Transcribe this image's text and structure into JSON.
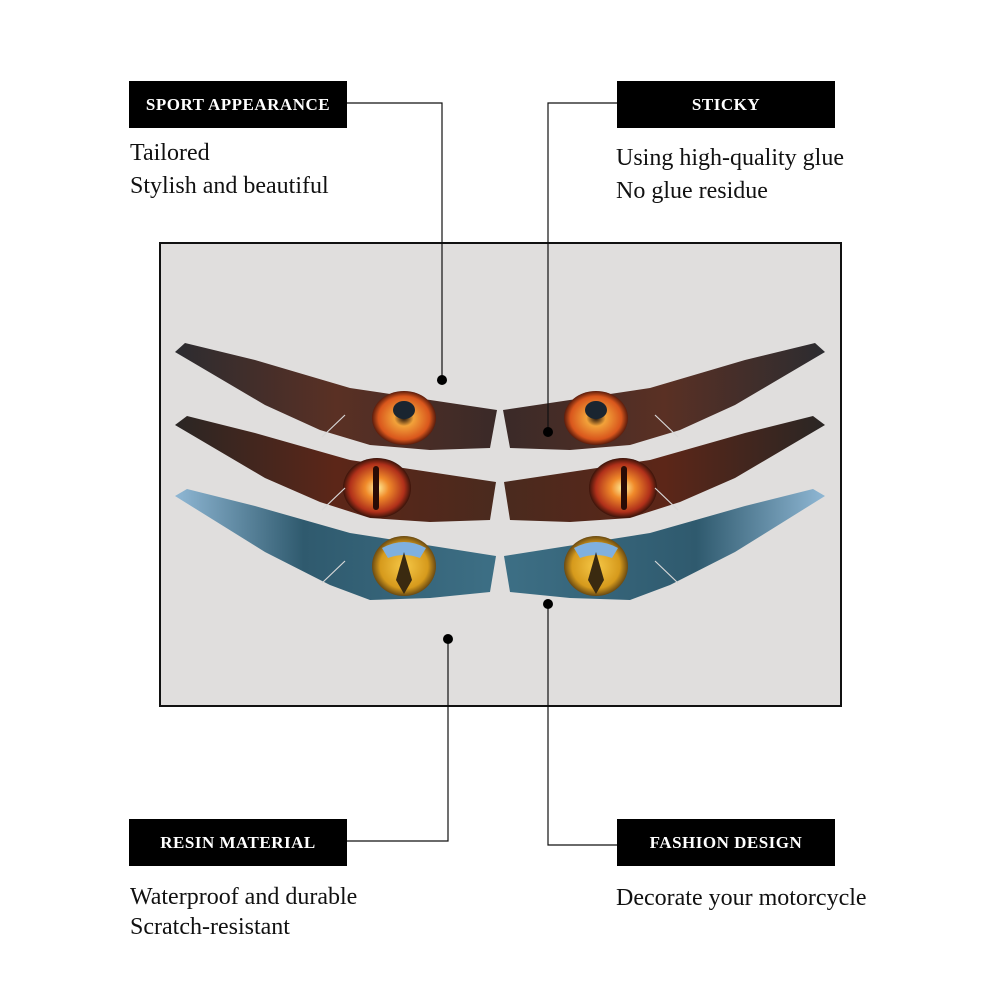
{
  "features": {
    "sport_appearance": {
      "title": "SPORT APPEARANCE",
      "lines": [
        "Tailored",
        "Stylish and beautiful"
      ]
    },
    "sticky": {
      "title": "STICKY",
      "lines": [
        "Using high-quality glue",
        "No glue residue"
      ]
    },
    "resin_material": {
      "title": "RESIN MATERIAL",
      "lines": [
        "Waterproof and durable",
        "Scratch-resistant"
      ]
    },
    "fashion_design": {
      "title": "FASHION DESIGN",
      "lines": [
        "Decorate your motorcycle"
      ]
    }
  },
  "colors": {
    "label_bg": "#000000",
    "label_text": "#ffffff",
    "panel_bg": "#e0dedd",
    "eye_orange": "#e8772a",
    "eye_red": "#c8421c",
    "eye_yellow": "#e0a51c",
    "sticker_blue": "#3f6f8a"
  }
}
